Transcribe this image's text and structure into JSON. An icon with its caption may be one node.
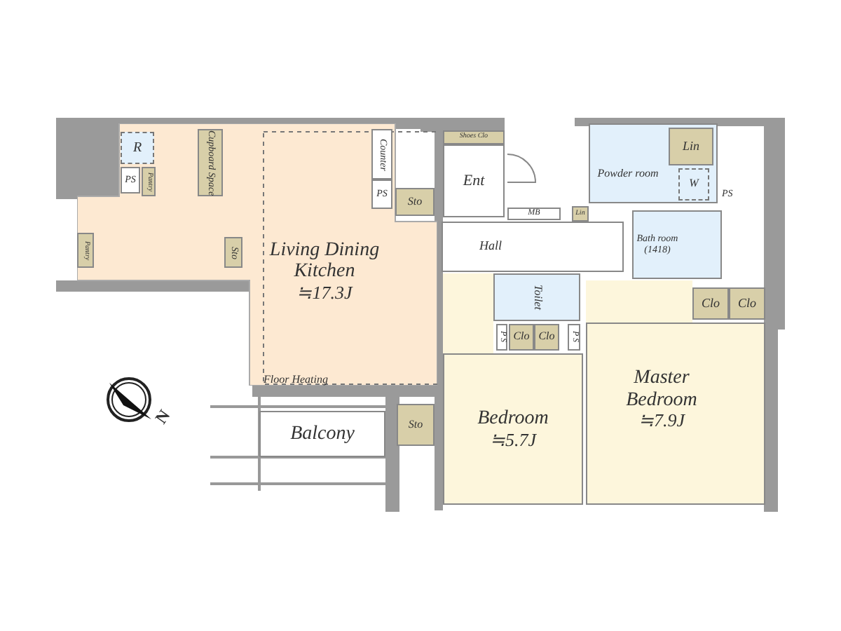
{
  "diagram": {
    "nodes": [
      {
        "text": [
          "Living Dining Kitchen",
          "≒17.3J"
        ]
      },
      {
        "text": [
          "R"
        ],
        "in": 0
      },
      {
        "text": [
          "PS"
        ],
        "in": 0
      },
      {
        "text": [
          "Pantry"
        ],
        "in": 0
      },
      {
        "text": [
          "Cupboard Space"
        ],
        "in": 0
      },
      {
        "text": [
          "Counter"
        ],
        "in": 0
      },
      {
        "text": [
          "PS"
        ],
        "in": 0
      },
      {
        "text": [
          "Pantry"
        ],
        "in": 0
      },
      {
        "text": [
          "Sto"
        ],
        "in": 0
      },
      {
        "text": [
          "Sto"
        ]
      },
      {
        "text": [
          "Shoes Clo"
        ]
      },
      {
        "text": [
          "Ent"
        ]
      },
      {
        "text": [
          "Powder room"
        ]
      },
      {
        "text": [
          "Lin"
        ],
        "in": 12
      },
      {
        "text": [
          "W"
        ],
        "in": 12
      },
      {
        "text": [
          "MB"
        ]
      },
      {
        "text": [
          "Lin"
        ]
      },
      {
        "text": [
          "Hall"
        ]
      },
      {
        "text": [
          "Bath room (1418)"
        ]
      },
      {
        "text": [
          "Toilet"
        ]
      },
      {
        "text": [
          "Clo"
        ]
      },
      {
        "text": [
          "Clo"
        ]
      },
      {
        "text": [
          "P S"
        ]
      },
      {
        "text": [
          "Clo"
        ]
      },
      {
        "text": [
          "Clo"
        ]
      },
      {
        "text": [
          "P S"
        ]
      },
      {
        "text": [
          "Bedroom",
          "≒5.7J"
        ]
      },
      {
        "text": [
          "Master Bedroom",
          "≒7.9J"
        ]
      },
      {
        "text": [
          "Balcony"
        ]
      },
      {
        "text": [
          "Sto"
        ]
      }
    ],
    "labels": [
      "PS",
      "Floor Heating",
      "N"
    ]
  }
}
